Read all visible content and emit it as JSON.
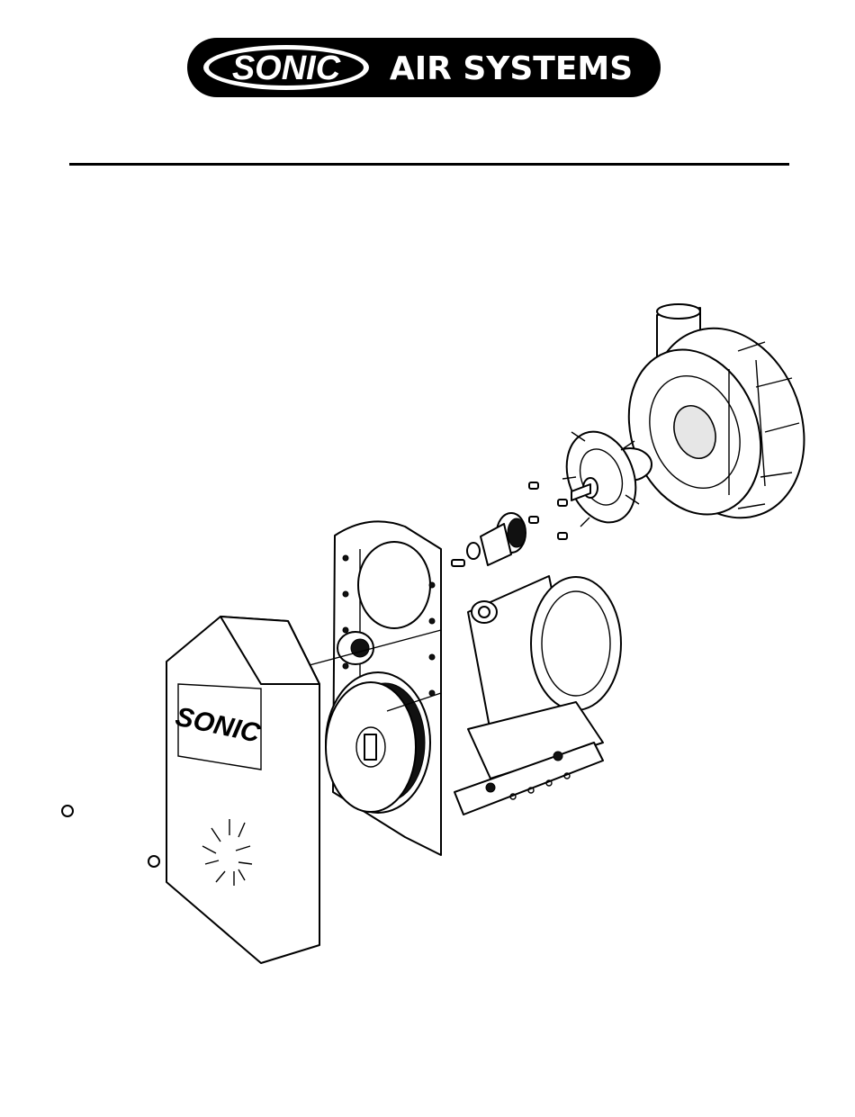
{
  "logo": {
    "brand": "SONIC",
    "tagline": "AIR SYSTEMS"
  },
  "drawing": {
    "cover_logo": "SONIC"
  },
  "colors": {
    "ink": "#000000",
    "paper": "#ffffff"
  }
}
